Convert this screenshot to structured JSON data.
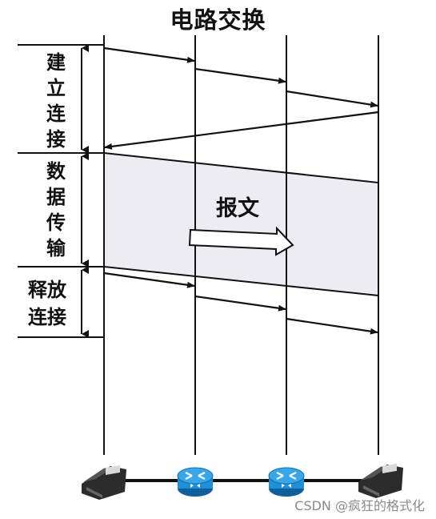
{
  "title": "电路交换",
  "phases": {
    "establish": [
      "建",
      "立",
      "连",
      "接"
    ],
    "transfer": [
      "数",
      "据",
      "传",
      "输"
    ],
    "release": [
      "释放",
      "连接"
    ]
  },
  "message_label": "报文",
  "watermark": "CSDN @疯狂的格式化",
  "nodes": [
    {
      "name": "telephone",
      "icon": "telephone-icon"
    },
    {
      "name": "router",
      "icon": "router-icon"
    },
    {
      "name": "router",
      "icon": "router-icon"
    },
    {
      "name": "telephone",
      "icon": "telephone-icon"
    }
  ],
  "colors": {
    "band": "#ececf2",
    "router": "#1f8fd6",
    "line": "#111111"
  }
}
